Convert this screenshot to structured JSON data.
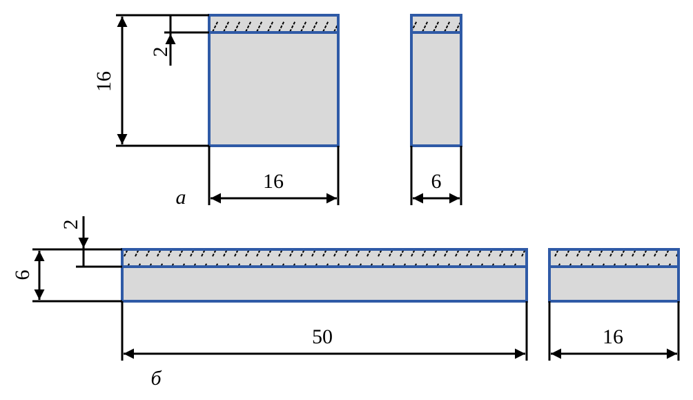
{
  "panel_a": {
    "label": "а",
    "front_height": "16",
    "layer_thickness": "2",
    "front_width": "16",
    "side_width": "6"
  },
  "panel_b": {
    "label": "б",
    "height": "6",
    "layer_thickness": "2",
    "length": "50",
    "side_width": "16"
  },
  "colors": {
    "outline": "#2f5aa6",
    "fill": "#d9d9d9",
    "dimension": "#000000"
  }
}
